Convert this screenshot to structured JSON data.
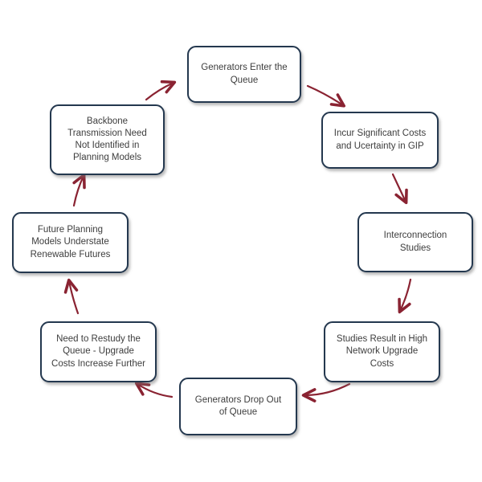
{
  "diagram": {
    "type": "cycle",
    "colors": {
      "arrow": "#8a2332",
      "node_border": "#24384f",
      "node_fill": "#ffffff",
      "text": "#3d3d3d"
    },
    "nodes": [
      {
        "id": "generators-enter-queue",
        "label": "Generators Enter the\nQueue"
      },
      {
        "id": "incur-significant-costs",
        "label": "Incur Significant Costs\nand Ucertainty in GIP"
      },
      {
        "id": "interconnection-studies",
        "label": "Interconnection\nStudies"
      },
      {
        "id": "studies-high-upgrade-costs",
        "label": "Studies Result in High\nNetwork Upgrade\nCosts"
      },
      {
        "id": "generators-drop-out",
        "label": "Generators Drop Out\nof Queue"
      },
      {
        "id": "restudy-queue",
        "label": "Need to Restudy the\nQueue - Upgrade\nCosts Increase Further"
      },
      {
        "id": "future-planning-models",
        "label": "Future Planning\nModels Understate\nRenewable Futures"
      },
      {
        "id": "backbone-transmission",
        "label": "Backbone\nTransmission Need\nNot Identified in\nPlanning Models"
      }
    ],
    "edges": [
      {
        "from": "generators-enter-queue",
        "to": "incur-significant-costs"
      },
      {
        "from": "incur-significant-costs",
        "to": "interconnection-studies"
      },
      {
        "from": "interconnection-studies",
        "to": "studies-high-upgrade-costs"
      },
      {
        "from": "studies-high-upgrade-costs",
        "to": "generators-drop-out"
      },
      {
        "from": "generators-drop-out",
        "to": "restudy-queue"
      },
      {
        "from": "restudy-queue",
        "to": "future-planning-models"
      },
      {
        "from": "future-planning-models",
        "to": "backbone-transmission"
      },
      {
        "from": "backbone-transmission",
        "to": "generators-enter-queue"
      }
    ]
  }
}
